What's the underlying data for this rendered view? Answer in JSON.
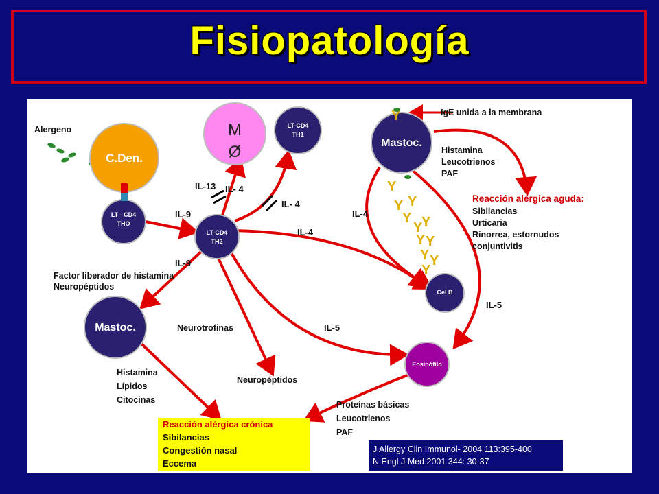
{
  "title": "Fisiopatología",
  "cells": {
    "cden": "C.Den.",
    "lt_cd4_tho": [
      "LT - CD4",
      "THO"
    ],
    "mo": [
      "M",
      "Ø"
    ],
    "lt_cd4_th1": [
      "LT-CD4",
      "TH1"
    ],
    "lt_cd4_th2": [
      "LT-CD4",
      "TH2"
    ],
    "mastoc_top": "Mastoc.",
    "mastoc_bottom": "Mastoc.",
    "cel_b": "Cel B",
    "eosinofilo": "Eosinófilo"
  },
  "labels": {
    "alergeno": "Alergeno",
    "ige": "IgE unida a la membrana",
    "mediators_top": [
      "Histamina",
      "Leucotrienos",
      "PAF"
    ],
    "acute_title": "Reacción alérgica aguda:",
    "acute_items": [
      "Sibilancias",
      "Urticaria",
      "Rinorrea, estornudos",
      "conjuntivitis"
    ],
    "il13": "IL-13",
    "il4_a": "IL- 4",
    "il4_b": "IL- 4",
    "il9_a": "IL-9",
    "il9_b": "IL-9",
    "il4_c": "IL-4",
    "il4_d": "IL-4",
    "il5_a": "IL-5",
    "il5_b": "IL-5",
    "factor": [
      "Factor liberador de histamina",
      "Neuropéptidos"
    ],
    "neurotrofinas": "Neurotrofinas",
    "neuropeptidos": "Neuropéptidos",
    "mediators_bottom": [
      "Histamina",
      "Lípidos",
      "Citocinas"
    ],
    "proteinas": [
      "Proteínas básicas",
      "Leucotrienos",
      "PAF"
    ]
  },
  "chronic": {
    "title": "Reacción alérgica crónica",
    "items": [
      "Sibilancias",
      "Congestión nasal",
      "Eccema"
    ]
  },
  "references": [
    "J Allergy Clin Immunol- 2004 113:395-400",
    "N Engl J Med 2001 344: 30-37"
  ],
  "colors": {
    "background": "#0a0a78",
    "title": "#ffff00",
    "arrow": "#e00000",
    "cden": "#f5a000",
    "cell_navy": "#2a2070",
    "mo": "#ff88f0",
    "eosinofilo": "#a000a0",
    "antibody": "#e0b000",
    "allergen": "#2d8a2d"
  }
}
